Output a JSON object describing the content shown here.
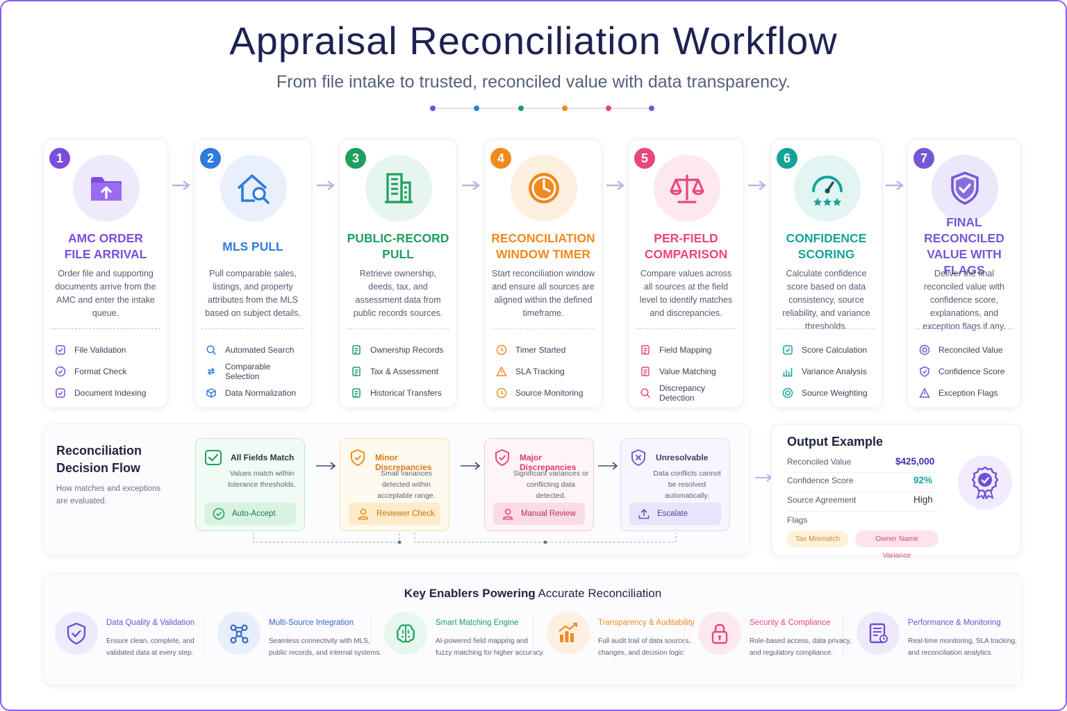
{
  "header": {
    "title": "Appraisal Reconciliation Workflow",
    "subtitle": "From file intake to trusted, reconciled value with data transparency."
  },
  "colors": {
    "purple": "#7c4ddb",
    "blue": "#2f7be0",
    "green": "#1e9e5f",
    "orange": "#ef8a1f",
    "pink": "#e8467c",
    "teal": "#14a39a",
    "violet": "#7557d6"
  },
  "steps": [
    {
      "number": "1",
      "title": "AMC ORDER\nFILE ARRIVAL",
      "description": "Order file and supporting documents arrive from the AMC and enter the intake queue.",
      "icon": "folder-upload-icon",
      "items": [
        "File Validation",
        "Format Check",
        "Document Indexing"
      ]
    },
    {
      "number": "2",
      "title": "MLS PULL",
      "description": "Pull comparable sales, listings, and property attributes from the MLS based on subject details.",
      "icon": "house-search-icon",
      "items": [
        "Automated Search",
        "Comparable Selection",
        "Data Normalization"
      ]
    },
    {
      "number": "3",
      "title": "PUBLIC-RECORD\nPULL",
      "description": "Retrieve ownership, deeds, tax, and assessment data from public records sources.",
      "icon": "building-icon",
      "items": [
        "Ownership Records",
        "Tax & Assessment",
        "Historical Transfers"
      ]
    },
    {
      "number": "4",
      "title": "RECONCILIATION\nWINDOW TIMER",
      "description": "Start reconciliation window and ensure all sources are aligned within the defined timeframe.",
      "icon": "clock-icon",
      "items": [
        "Timer Started",
        "SLA Tracking",
        "Source Monitoring"
      ]
    },
    {
      "number": "5",
      "title": "PER-FIELD\nCOMPARISON",
      "description": "Compare values across all sources at the field level to identify matches and discrepancies.",
      "icon": "scales-icon",
      "items": [
        "Field Mapping",
        "Value Matching",
        "Discrepancy Detection"
      ]
    },
    {
      "number": "6",
      "title": "CONFIDENCE\nSCORING",
      "description": "Calculate confidence score based on data consistency, source reliability, and variance thresholds.",
      "icon": "gauge-stars-icon",
      "items": [
        "Score Calculation",
        "Variance Analysis",
        "Source Weighting"
      ]
    },
    {
      "number": "7",
      "title": "FINAL RECONCILED\nVALUE WITH FLAGS",
      "description": "Deliver the final reconciled value with confidence score, explanations, and exception flags if any.",
      "icon": "shield-check-icon",
      "items": [
        "Reconciled Value",
        "Confidence Score",
        "Exception Flags"
      ]
    }
  ],
  "decision_flow": {
    "title": "Reconciliation\nDecision Flow",
    "subtitle": "How matches and exceptions\nare evaluated.",
    "outcomes": [
      {
        "title": "All Fields Match",
        "description": "Values match within tolerance thresholds.",
        "action": "Auto-Accept",
        "icon": "check-icon"
      },
      {
        "title": "Minor Discrepancies",
        "description": "Small variances detected within acceptable range.",
        "action": "Reviewer Check",
        "icon": "shield-check-icon"
      },
      {
        "title": "Major Discrepancies",
        "description": "Significant variances or conflicting data detected.",
        "action": "Manual Review",
        "icon": "shield-check-icon"
      },
      {
        "title": "Unresolvable",
        "description": "Data conflicts cannot be resolved automatically.",
        "action": "Escalate",
        "icon": "shield-x-icon"
      }
    ]
  },
  "output_example": {
    "title": "Output Example",
    "rows": [
      {
        "label": "Reconciled Value",
        "value": "$425,000"
      },
      {
        "label": "Confidence Score",
        "value": "92%"
      },
      {
        "label": "Source Agreement",
        "value": "High"
      }
    ],
    "flags_label": "Flags",
    "flags": [
      "Tax Mismatch",
      "Owner Name Variance"
    ],
    "badge_icon": "award-badge-icon"
  },
  "enablers": {
    "title_bold": "Key Enablers Powering",
    "title_rest": " Accurate Reconciliation",
    "items": [
      {
        "name": "Data Quality & Validation",
        "description": "Ensure clean, complete, and\nvalidated data at every step.",
        "icon": "shield-check-icon"
      },
      {
        "name": "Multi-Source Integration",
        "description": "Seamless connectivity with MLS,\npublic records, and internal systems.",
        "icon": "network-icon"
      },
      {
        "name": "Smart Matching Engine",
        "description": "AI-powered field mapping and\nfuzzy matching for higher accuracy.",
        "icon": "brain-icon"
      },
      {
        "name": "Transparency & Auditability",
        "description": "Full audit trail of data sources,\nchanges, and decision logic.",
        "icon": "bar-chart-icon"
      },
      {
        "name": "Security & Compliance",
        "description": "Role-based access, data privacy,\nand regulatory compliance.",
        "icon": "lock-icon"
      },
      {
        "name": "Performance & Monitoring",
        "description": "Real-time monitoring, SLA tracking,\nand reconciliation analytics.",
        "icon": "monitor-report-icon"
      }
    ]
  }
}
